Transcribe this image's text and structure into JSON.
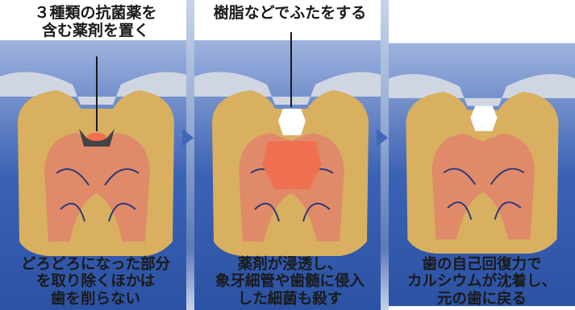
{
  "panels": [
    {
      "top_lines": [
        "３種類の抗菌薬を",
        "含む薬剤を置く"
      ],
      "bottom_lines": [
        "どろどろになった部分",
        "を取り除くほかは",
        "歯を削らない"
      ]
    },
    {
      "top_lines": [
        "樹脂などでふたをする"
      ],
      "bottom_lines": [
        "薬剤が浸透し、",
        "象牙細管や歯髄に侵入",
        "した細菌も殺す"
      ]
    },
    {
      "top_lines": [],
      "bottom_lines": [
        "歯の自己回復力で",
        "カルシウムが沈着し、",
        "元の歯に戻る"
      ]
    }
  ],
  "colors": {
    "gum": "#2e55a8",
    "enamel": "#cfd6e2",
    "dentin": "#d8b060",
    "pulp": "#e08a6a",
    "nerves": "#2a3a7a",
    "medicine": "#f07050",
    "seal": "#ffffff",
    "arrow": "#3f67b8"
  }
}
